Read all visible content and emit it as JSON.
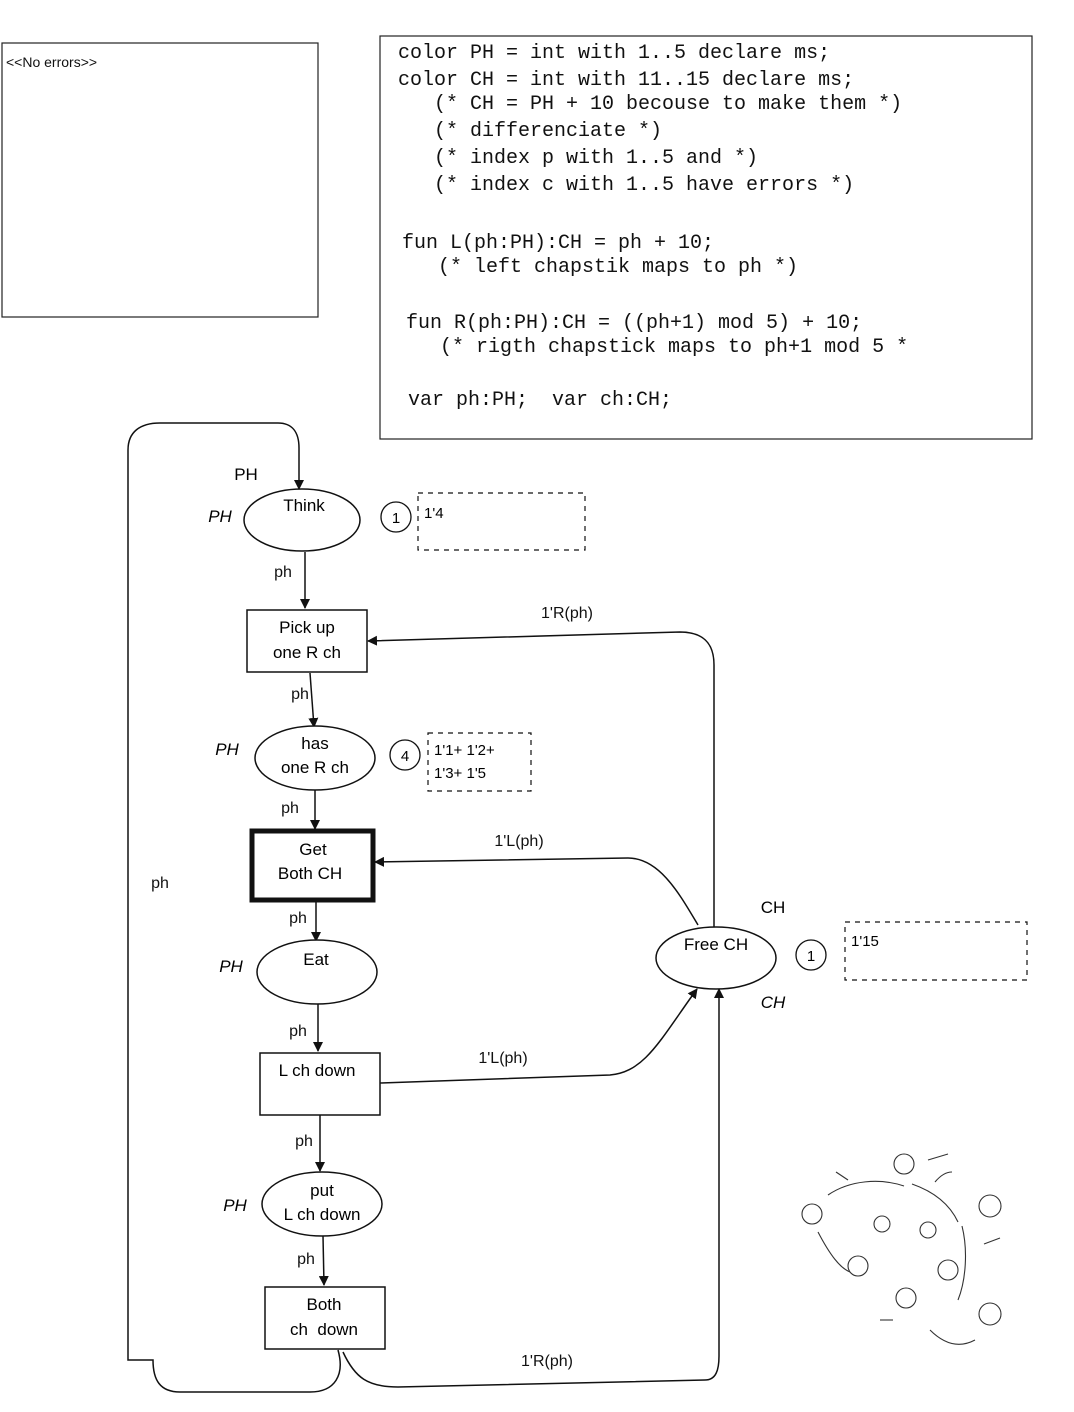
{
  "status_box": {
    "text": "<<No errors>>"
  },
  "declarations": [
    "color PH = int with 1..5 declare ms;",
    "color CH = int with 11..15 declare ms;",
    "  (* CH = PH + 10 becouse to make them *)",
    "  (* differenciate *)",
    "  (* index p with 1..5 and *)",
    "  (* index c with 1..5 have errors *)",
    "",
    "fun L(ph:PH):CH = ph + 10;",
    "  (* left chapstik maps to ph *)",
    "",
    "fun R(ph:PH):CH = ((ph+1) mod 5) + 10;",
    "  (* rigth chapstick maps to ph+1 mod 5 *",
    "",
    "var ph:PH;  var ch:CH;"
  ],
  "places": {
    "think": {
      "label": "Think",
      "type": "PH",
      "type_above": "PH",
      "count": "1",
      "marking": [
        "1'4"
      ]
    },
    "has_one_r": {
      "label": [
        "has",
        "one R ch"
      ],
      "type": "PH",
      "count": "4",
      "marking": [
        "1'1+ 1'2+",
        "1'3+ 1'5"
      ]
    },
    "eat": {
      "label": "Eat",
      "type": "PH"
    },
    "put_l": {
      "label": [
        "put",
        "L ch down"
      ],
      "type": "PH"
    },
    "free_ch": {
      "label": "Free CH",
      "type_above": "CH",
      "type_below": "CH",
      "count": "1",
      "marking": [
        "1'15"
      ]
    }
  },
  "transitions": {
    "pick_up": {
      "label": [
        "Pick up",
        "one R ch"
      ]
    },
    "get_both": {
      "label": [
        "Get",
        "Both CH"
      ]
    },
    "l_down": {
      "label": "L ch down"
    },
    "both_down": {
      "label": [
        "Both",
        "ch  down"
      ]
    }
  },
  "arc_labels": {
    "think_to_pickup": "ph",
    "pickup_to_has": "ph",
    "has_to_get": "ph",
    "get_to_eat": "ph",
    "eat_to_ldown": "ph",
    "ldown_to_put": "ph",
    "put_to_bothdown": "ph",
    "loop_back": "ph",
    "free_to_pickup": "1'R(ph)",
    "free_to_get": "1'L(ph)",
    "ldown_to_free": "1'L(ph)",
    "bothdown_to_free": "1'R(ph)"
  }
}
